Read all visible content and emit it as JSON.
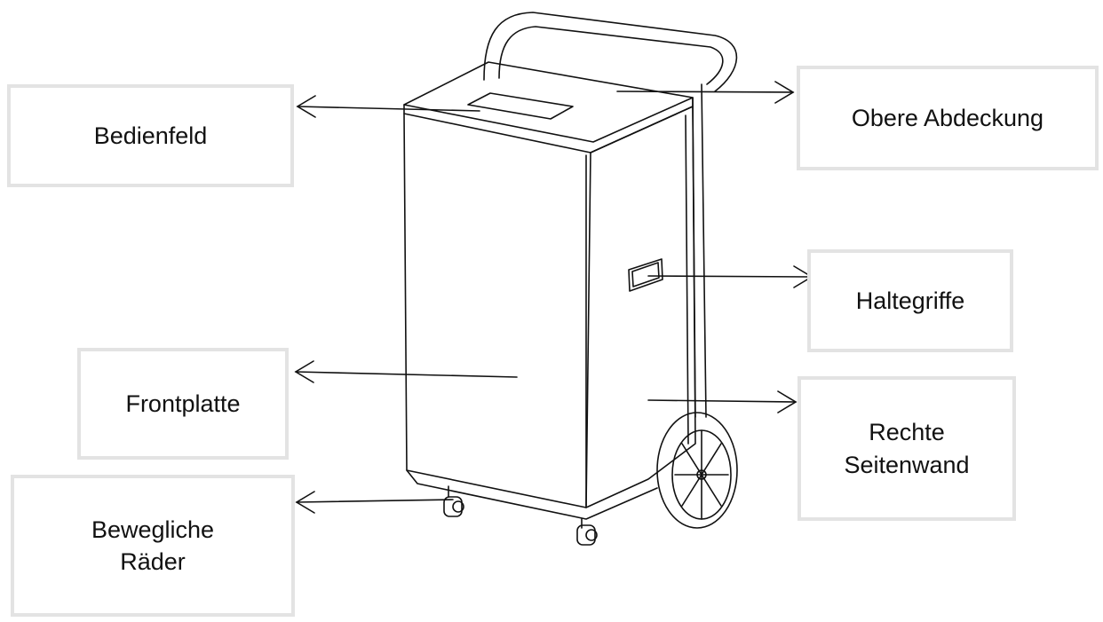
{
  "labels": {
    "control_panel": "Bedienfeld",
    "top_cover": "Obere Abdeckung",
    "handles": "Haltegriffe",
    "front_panel": "Frontplatte",
    "right_side_line1": "Rechte",
    "right_side_line2": "Seitenwand",
    "wheels_line1": "Bewegliche",
    "wheels_line2": "Räder"
  },
  "colors": {
    "box_border": "#e3e3e3",
    "line": "#111111"
  }
}
